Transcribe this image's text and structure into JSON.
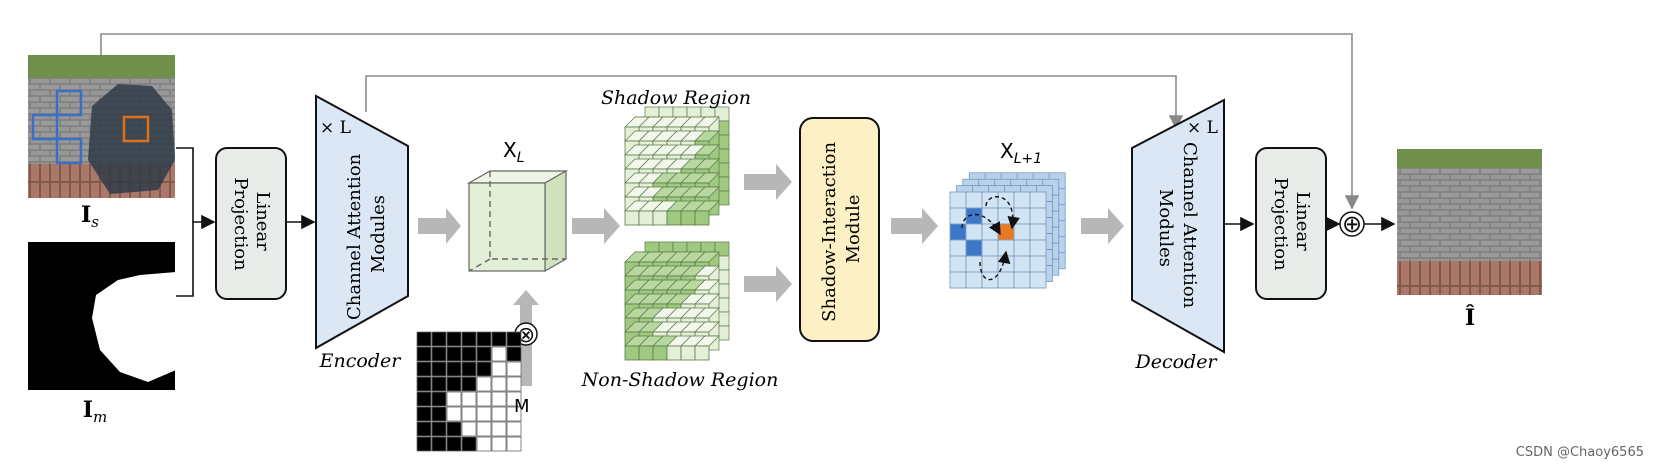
{
  "labels": {
    "input_image": "I",
    "input_image_sub": "s",
    "mask_image": "I",
    "mask_image_sub": "m",
    "output_image": "Î",
    "linear_projection_line1": "Linear",
    "linear_projection_line2": "Projection",
    "encoder_repeat": "× L",
    "encoder_line1": "Channel Attention",
    "encoder_line2": "Modules",
    "encoder_caption": "Encoder",
    "decoder_repeat": "× L",
    "decoder_line1": "Channel Attention",
    "decoder_line2": "Modules",
    "decoder_caption": "Decoder",
    "feature_xl": "X",
    "feature_xl_sub": "L",
    "feature_xl1": "X",
    "feature_xl1_sub": "L+1",
    "shadow_region": "Shadow Region",
    "non_shadow_region": "Non-Shadow Region",
    "sim_line1": "Shadow-Interaction",
    "sim_line2": "Module",
    "mask_label": "M",
    "multiply_symbol": "⊗",
    "add_symbol": "⊕",
    "watermark": "CSDN @Chaoy6565"
  },
  "mask_grid": {
    "rows": 8,
    "cols": 7,
    "cells": [
      [
        1,
        1,
        1,
        1,
        1,
        1,
        1
      ],
      [
        1,
        1,
        1,
        1,
        1,
        0,
        1
      ],
      [
        1,
        1,
        1,
        1,
        1,
        0,
        0
      ],
      [
        1,
        1,
        1,
        1,
        0,
        0,
        0
      ],
      [
        1,
        1,
        0,
        0,
        0,
        0,
        0
      ],
      [
        1,
        1,
        0,
        0,
        0,
        0,
        0
      ],
      [
        1,
        1,
        1,
        0,
        0,
        0,
        0
      ],
      [
        1,
        1,
        1,
        1,
        0,
        0,
        0
      ]
    ]
  },
  "colors": {
    "trapezoid_fill": "#dbe7f4",
    "linear_box_fill": "#e8ece8",
    "sim_box_fill": "#fdf0c4",
    "light_green": "#e4efd8",
    "mid_green": "#9ec97f",
    "light_blue": "#d2e3f4",
    "highlight_blue": "#3e77c9",
    "highlight_orange": "#e97a22",
    "arrow_gray": "#b7b7b7",
    "line_gray": "#8c8c8c"
  }
}
